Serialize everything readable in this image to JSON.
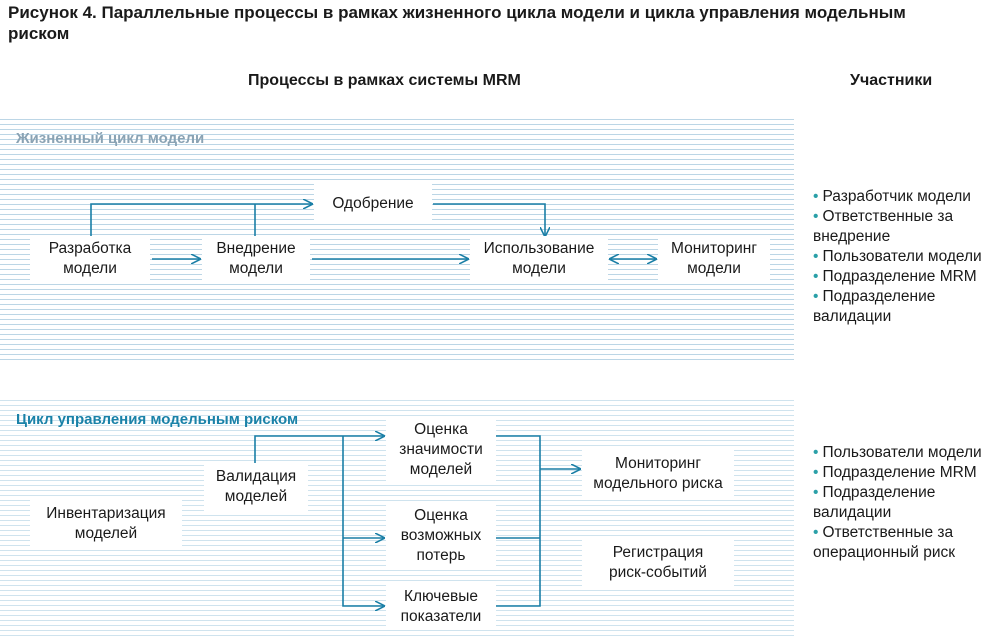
{
  "title": "Рисунок 4. Параллельные процессы в рамках жизненного цикла модели и цикла управления модельным риском",
  "columns": {
    "processes": "Процессы в рамках системы MRM",
    "participants": "Участники"
  },
  "lifecycle": {
    "title": "Жизненный цикл модели",
    "boxes": {
      "development": "Разработка\nмодели",
      "implementation": "Внедрение\nмодели",
      "approval": "Одобрение",
      "usage": "Использование\nмодели",
      "monitoring": "Мониторинг\nмодели"
    },
    "participants": [
      "Разработчик модели",
      "Ответственные за внедрение",
      "Пользователи модели",
      "Подразделение MRM",
      "Подразделение валидации"
    ]
  },
  "mrm_cycle": {
    "title": "Цикл управления модельным риском",
    "boxes": {
      "inventory": "Инвентаризация\nмоделей",
      "validation": "Валидация\nмоделей",
      "significance": "Оценка\nзначимости\nмоделей",
      "losses": "Оценка\nвозможных\nпотерь",
      "indicators": "Ключевые\nпоказатели",
      "risk_monitoring": "Мониторинг\nмодельного риска",
      "event_registration": "Регистрация\nриск-событий"
    },
    "participants": [
      "Пользователи модели",
      "Подразделение MRM",
      "Подразделение валидации",
      "Ответственные за операционный риск"
    ]
  },
  "colors": {
    "arrow": "#1a7fa6",
    "bullet": "#2aa0a8",
    "lifecycle_title": "#8aa3b4",
    "mrm_title": "#1a82a8",
    "band_lines": "#bcd6e6"
  }
}
